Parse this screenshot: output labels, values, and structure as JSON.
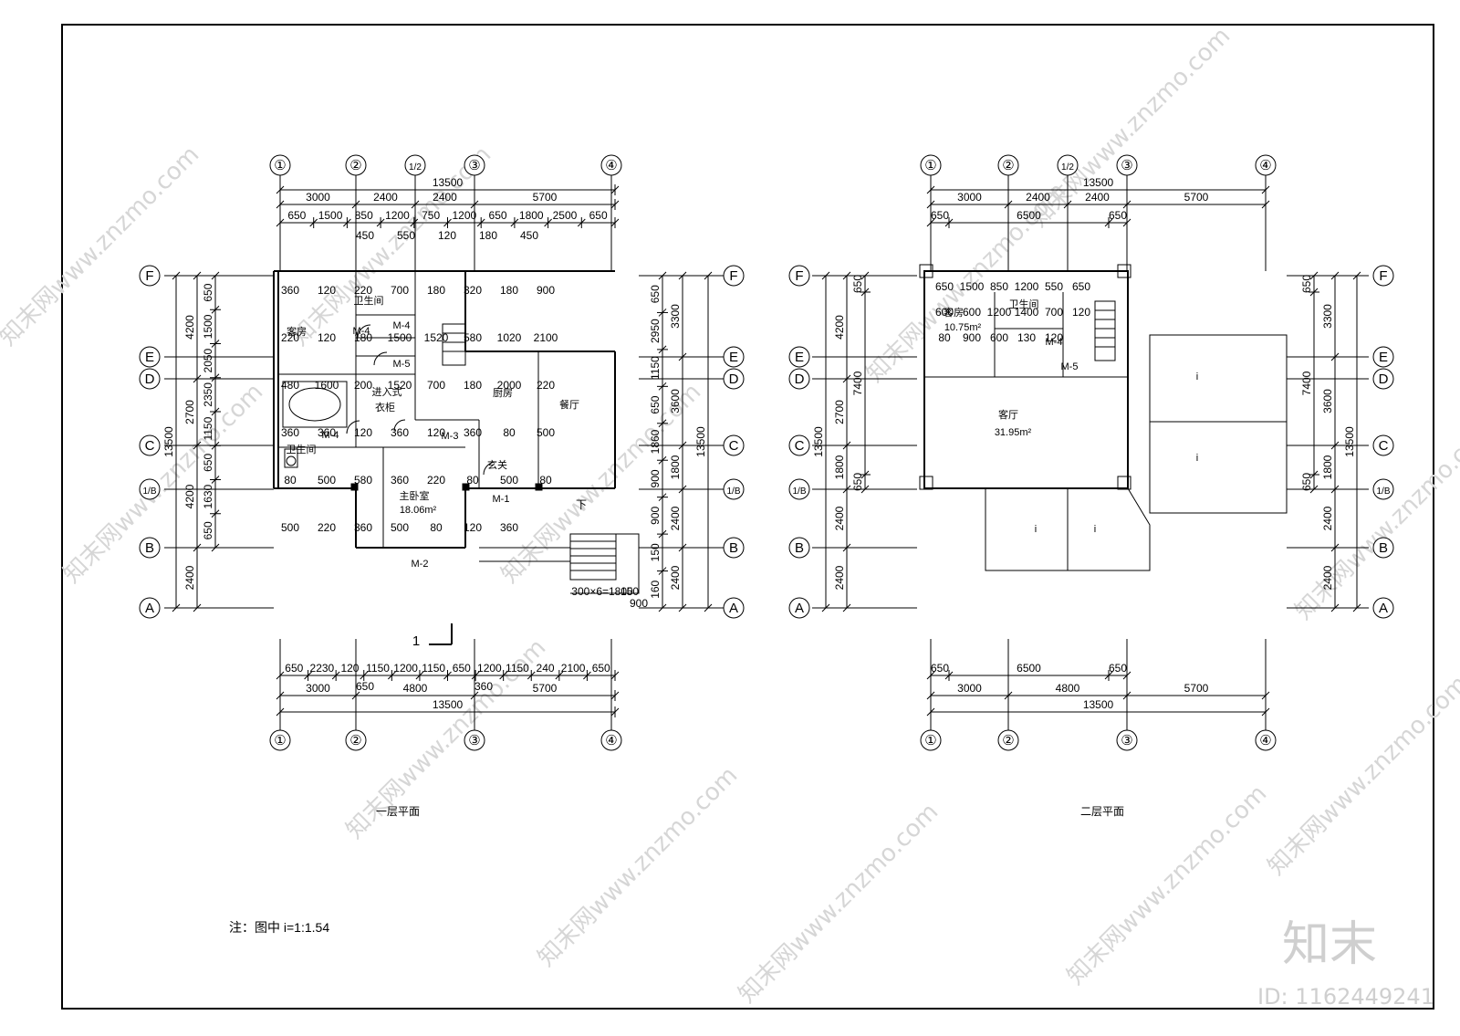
{
  "plan1": {
    "title": "一层平面",
    "axes_top": [
      "①",
      "②",
      "1/2",
      "③",
      "④"
    ],
    "axes_bottom": [
      "①",
      "②",
      "③",
      "④"
    ],
    "axes_rows": [
      "F",
      "E",
      "D",
      "C",
      "1/B",
      "B",
      "A"
    ],
    "top_total": "13500",
    "top_spans": [
      "3000",
      "2400",
      "2400",
      "5700"
    ],
    "top_details": [
      "650",
      "1500",
      "850",
      "1200",
      "750",
      "1200",
      "650",
      "1800",
      "2500",
      "650"
    ],
    "top_details2": [
      "450",
      "550",
      "120",
      "180",
      "450"
    ],
    "bottom_details": [
      "650",
      "2230",
      "120",
      "1150",
      "1200",
      "1150",
      "650",
      "1200",
      "1150",
      "240",
      "2100",
      "650"
    ],
    "bottom_details2": [
      "650",
      "360"
    ],
    "bottom_spans": [
      "3000",
      "4800",
      "5700"
    ],
    "bottom_total": "13500",
    "left_spans": [
      "4200",
      "2700",
      "4200",
      "2400"
    ],
    "left_total": "13500",
    "left_details": [
      "650",
      "1500",
      "2050",
      "2350",
      "1150",
      "650",
      "1630",
      "650"
    ],
    "right_spans": [
      "3300",
      "3600",
      "1800",
      "2400",
      "2400"
    ],
    "right_total": "13500",
    "right_details": [
      "650",
      "2950",
      "1150",
      "650",
      "1860",
      "900",
      "900",
      "150",
      "160"
    ],
    "rooms": [
      "客房",
      "卫生间",
      "进入式",
      "衣柜",
      "厨房",
      "餐厅",
      "卫生间",
      "主卧室",
      "18.06m²",
      "玄关"
    ],
    "doors": [
      "M-4",
      "M-4",
      "M-5",
      "M-3",
      "M-4",
      "M-1",
      "M-2"
    ],
    "notes": [
      "下",
      "300×6=1800",
      "150",
      "900",
      "1"
    ],
    "inner_dims": [
      "360",
      "120",
      "220",
      "700",
      "180",
      "320",
      "180",
      "900",
      "220",
      "120",
      "180",
      "1500",
      "1520",
      "580",
      "1020",
      "2100",
      "480",
      "1600",
      "200",
      "1520",
      "700",
      "180",
      "2000",
      "220",
      "360",
      "360",
      "120",
      "360",
      "120",
      "360",
      "80",
      "500",
      "80",
      "500",
      "580",
      "360",
      "220",
      "80",
      "500",
      "80",
      "500",
      "220",
      "360",
      "500",
      "80",
      "120",
      "360"
    ]
  },
  "plan2": {
    "title": "二层平面",
    "axes_top": [
      "①",
      "②",
      "1/2",
      "③",
      "④"
    ],
    "axes_bottom": [
      "①",
      "②",
      "③",
      "④"
    ],
    "axes_rows": [
      "F",
      "E",
      "D",
      "C",
      "1/B",
      "B",
      "A"
    ],
    "top_total": "13500",
    "top_spans": [
      "3000",
      "2400",
      "2400",
      "5700"
    ],
    "top_details": [
      "650",
      "6500",
      "650"
    ],
    "bottom_details": [
      "650",
      "6500",
      "650"
    ],
    "bottom_spans": [
      "3000",
      "4800",
      "5700"
    ],
    "bottom_total": "13500",
    "left_spans": [
      "4200",
      "2700",
      "1800",
      "2400",
      "2400"
    ],
    "left_total": "13500",
    "left_details": [
      "650",
      "7400",
      "650"
    ],
    "right_spans": [
      "3300",
      "3600",
      "1800",
      "2400",
      "2400"
    ],
    "right_total": "13500",
    "right_details": [
      "650",
      "7400",
      "650"
    ],
    "rooms": [
      "客房",
      "10.75m²",
      "卫生间",
      "客厅",
      "31.95m²"
    ],
    "doors": [
      "M-4",
      "M-5"
    ],
    "inner_dims": [
      "650",
      "1500",
      "850",
      "1200",
      "550",
      "650",
      "600",
      "600",
      "1200",
      "1400",
      "700",
      "120",
      "80",
      "900",
      "600",
      "130",
      "120"
    ],
    "slopes": [
      "i",
      "i",
      "i",
      "i"
    ]
  },
  "note": "注：图中 i=1:1.54",
  "brand": "知末",
  "id_label": "ID: 1162449241",
  "watermark": "知末网www.znzmo.com"
}
